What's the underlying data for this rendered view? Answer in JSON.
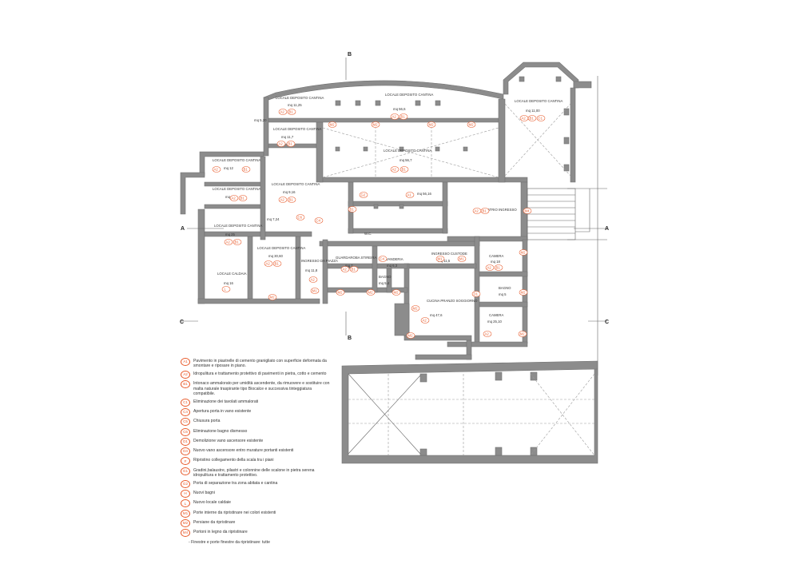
{
  "section_marks": {
    "a_left": "A",
    "a_right": "A",
    "b_top": "B",
    "b_bottom": "B",
    "c_left": "C",
    "c_right": "C"
  },
  "rooms": [
    {
      "id": "r1",
      "name": "LOCALE DEPOSITO CANTINA",
      "area": "mq 11,25"
    },
    {
      "id": "r2",
      "name": "LOCALE DEPOSITO CANTINA",
      "area": "mq 56,6"
    },
    {
      "id": "r3",
      "name": "LOCALE DEPOSITO CANTINA",
      "area": "mq 11,00"
    },
    {
      "id": "r4",
      "name": "LOCALE DEPOSITO CANTINA",
      "area": "mq 11,7"
    },
    {
      "id": "r5",
      "name": "LOCALE DEPOSITO CANTINA",
      "area": "mq 56,7"
    },
    {
      "id": "r6",
      "name": "LOCALE DEPOSITO CANTINA",
      "area": "mq 12"
    },
    {
      "id": "r7",
      "name": "LOCALE DEPOSITO CANTINA",
      "area": "mq 12"
    },
    {
      "id": "r8",
      "name": "LOCALE DEPOSITO CANTINA",
      "area": "mq 9,16"
    },
    {
      "id": "r9",
      "name": "LOCALE DEPOSITO CANTINA",
      "area": "mq 25"
    },
    {
      "id": "r10",
      "name": "LOCALE DEPOSITO CANTINA",
      "area": "mq 30,60"
    },
    {
      "id": "r11",
      "name": "LOCALE CALDAIA",
      "area": "mq 16"
    },
    {
      "id": "r12",
      "name": "INGRESSO DA PIAZZA",
      "area": "mq 11,8"
    },
    {
      "id": "r13",
      "name": "GUARDAROBA STIREIRA",
      "area": "mq 7"
    },
    {
      "id": "r14",
      "name": "LAVANDERIA",
      "area": "mq 6,3"
    },
    {
      "id": "r15",
      "name": "INGRESSO CUSTODE",
      "area": "mq 11,5"
    },
    {
      "id": "r16",
      "name": "CAMERA",
      "area": "mq 18"
    },
    {
      "id": "r17",
      "name": "BAGNO",
      "area": "mq 5,4"
    },
    {
      "id": "r18",
      "name": "BAGNO",
      "area": "mq 5"
    },
    {
      "id": "r19",
      "name": "CUCINA PRANZO SOGGIORNO",
      "area": "mq 47,6"
    },
    {
      "id": "r20",
      "name": "CAMERA",
      "area": "mq 25,10"
    },
    {
      "id": "r21",
      "name": "ATRIO INGRESSO",
      "area": ""
    },
    {
      "id": "r22",
      "name": "",
      "area": "mq 56,16"
    }
  ],
  "small_labels": {
    "mq520": "mq 5,20",
    "mq724": "mq 7,24",
    "wc": "W.C."
  },
  "legend": [
    {
      "code": "A1",
      "text": "Pavimento in piastrelle di cemento granigliato con superficie deformata da smontare e riposare in piano."
    },
    {
      "code": "A2",
      "text": "Idropulitura e trattamento protettivo di pavimenti in pietra, cotto e cemento"
    },
    {
      "code": "B1",
      "text": "Intonaco ammalorato per umidità ascendente, da rimuovere e sostituire con malta naturale traspirante tipo Biocalce e successiva tinteggiatura compatibile."
    },
    {
      "code": "C1",
      "text": "Eliminazione dei tavolati ammalorati"
    },
    {
      "code": "C4",
      "text": "Apertura porta in vano esistente"
    },
    {
      "code": "C5",
      "text": "Chiusura porta"
    },
    {
      "code": "C6",
      "text": "Eliminazione bagno dismesso"
    },
    {
      "code": "D1",
      "text": "Demolizione vano ascensore esistente"
    },
    {
      "code": "D4",
      "text": "Nuovo vano ascensore entro murature portanti esistenti"
    },
    {
      "code": "F",
      "text": "Ripristino collegamento della scala tra i piani"
    },
    {
      "code": "G1",
      "text": "Gradini,balaustre, pilastri e colonnine delle scalone in pietra serena idropulitura e trattamento protettivo."
    },
    {
      "code": "G2",
      "text": "Porta di separazione tra zona abitata e cantina"
    },
    {
      "code": "H",
      "text": "Nuovi bagni"
    },
    {
      "code": "L",
      "text": "Nuovo locale caldaie"
    },
    {
      "code": "M1",
      "text": "Porte interne da ripristinare nei colori esistenti"
    },
    {
      "code": "M2",
      "text": "Persiane da ripristinare"
    },
    {
      "code": "M4",
      "text": "Portoni in legno da ripristinare"
    }
  ],
  "legend_note": "- Finestre e porte finestre da ripristinare: tutte"
}
